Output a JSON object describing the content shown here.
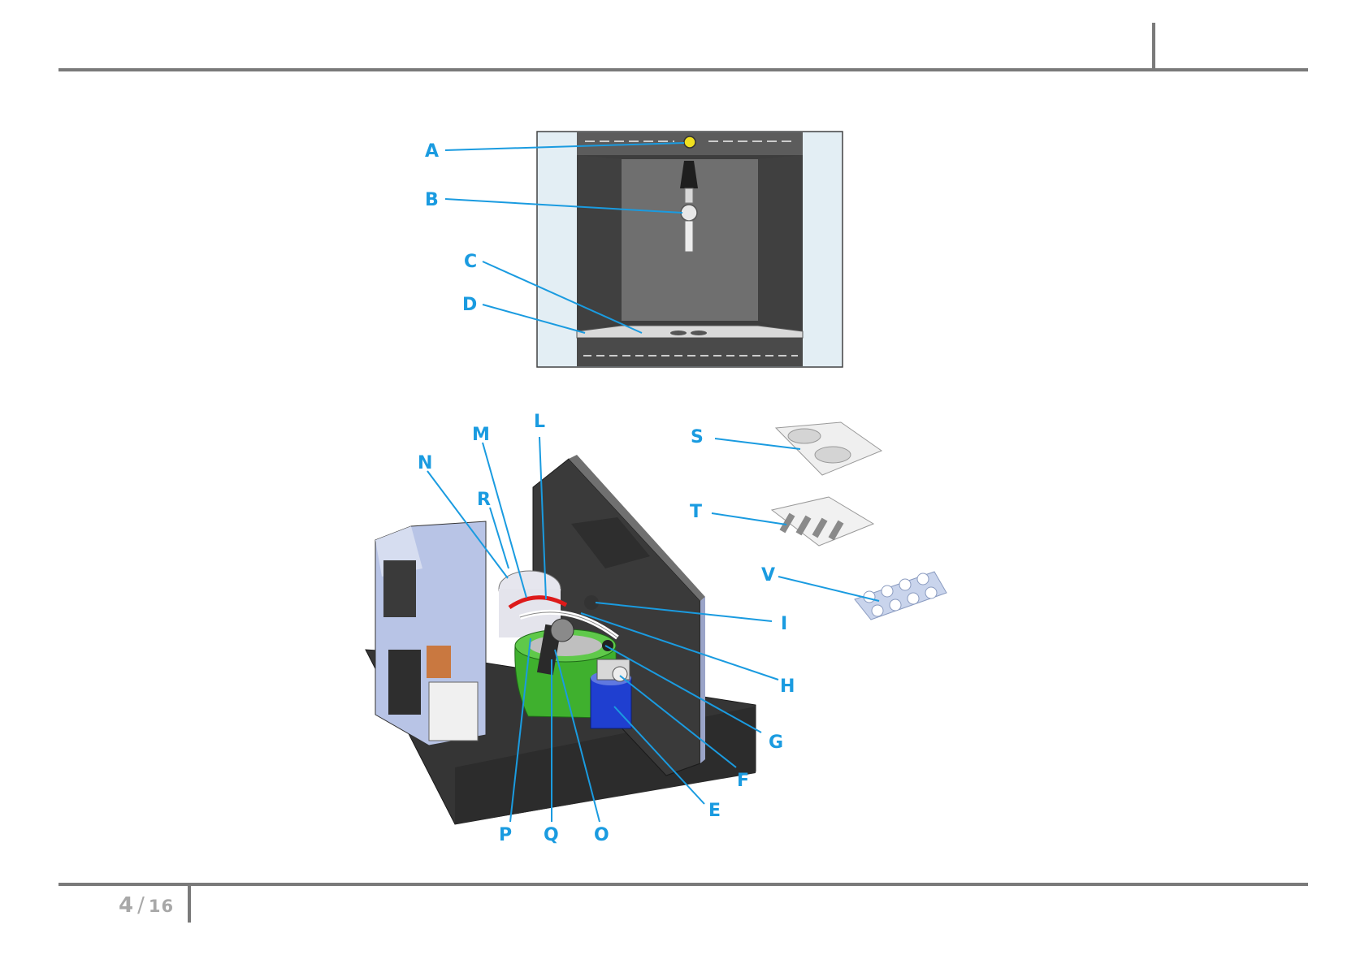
{
  "page": {
    "current": "4",
    "separator": "/",
    "total": "16"
  },
  "figure": {
    "callouts": [
      "A",
      "B",
      "C",
      "D",
      "E",
      "F",
      "G",
      "H",
      "I",
      "L",
      "M",
      "N",
      "O",
      "P",
      "Q",
      "R",
      "S",
      "T",
      "V"
    ]
  },
  "colors": {
    "callout": "#1a9be0",
    "rule": "#7a7a7a",
    "keg": "#3fb02e",
    "co2": "#1f3fd0"
  }
}
